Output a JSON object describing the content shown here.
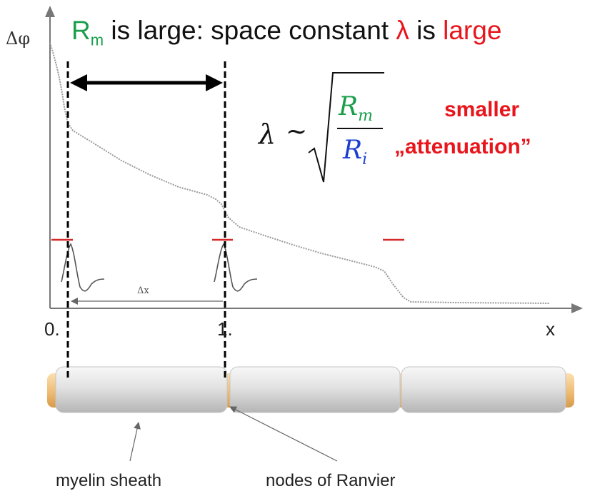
{
  "headline": {
    "rm_symbol": "R",
    "rm_sub": "m",
    "middle": " is large: space constant ",
    "lambda": "λ",
    "is": " is ",
    "large": "large"
  },
  "colors": {
    "green": "#1a9e4b",
    "red": "#e8161c",
    "blue": "#1c3fd1",
    "curve": "#9a9a9a"
  },
  "graph": {
    "y_axis_label": "Δφ",
    "x_axis_label": "x",
    "x_tick_0": "0.",
    "x_tick_1": "1.",
    "delta_x_label": "Δx"
  },
  "formula": {
    "lambda": "λ",
    "tilde": "~",
    "numerator": "R",
    "numerator_sub": "m",
    "denominator": "R",
    "denominator_sub": "i"
  },
  "note": {
    "line1": "smaller",
    "line2": "„attenuation”"
  },
  "axon_labels": {
    "myelin": "myelin sheath",
    "nodes": "nodes of Ranvier"
  }
}
